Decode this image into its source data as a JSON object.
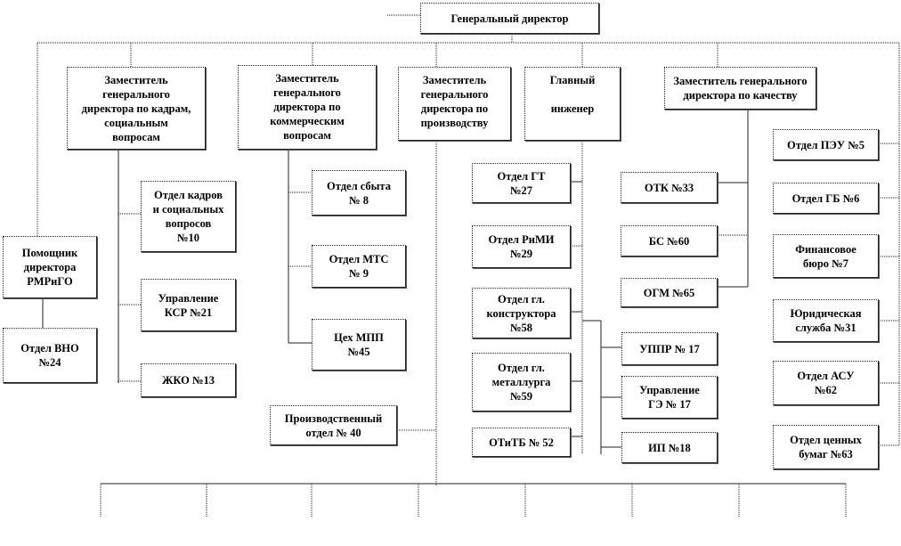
{
  "title": "Генеральный директор",
  "deputies": {
    "hr": "Заместитель\nгенерального\nдиректора по кадрам,\nсоциальным\nвопросам",
    "commercial": "Заместитель\nгенерального\nдиректора по\nкоммерческим\nвопросам",
    "production": "Заместитель\nгенерального\nдиректора по\nпроизводству",
    "chief_engineer": "Главный\n\nинженер",
    "quality": "Заместитель генерального\nдиректора по качеству"
  },
  "assistant": "Помощник\nдиректора\nРМРиГО",
  "vno": "Отдел ВНО\n№24",
  "hr_units": [
    "Отдел кадров\nи социальных\nвопросов\n№10",
    "Управление\nКСР №21",
    "ЖКО  №13"
  ],
  "commercial_units": [
    "Отдел сбыта\n№ 8",
    "Отдел МТС\n№ 9",
    "Цех МПП\n№45"
  ],
  "production_unit": "Производственный\nотдел № 40",
  "engineer_units_left": [
    "Отдел  ГТ\n№27",
    "Отдел РиМИ\n№29",
    "Отдел гл.\nконструктора\n№58",
    "Отдел гл.\nметаллурга\n№59",
    "ОТиТБ № 52"
  ],
  "engineer_units_right": [
    "УППР № 17",
    "Управление\nГЭ № 17",
    "ИП №18"
  ],
  "quality_units": [
    "ОТК №33",
    "БС №60",
    "ОГМ №65"
  ],
  "director_units": [
    "Отдел ПЭУ №5",
    "Отдел ГБ №6",
    "Финансовое\nбюро №7",
    "Юридическая\nслужба №31",
    "Отдел АСУ\n№62",
    "Отдел ценных\nбумаг №63"
  ]
}
